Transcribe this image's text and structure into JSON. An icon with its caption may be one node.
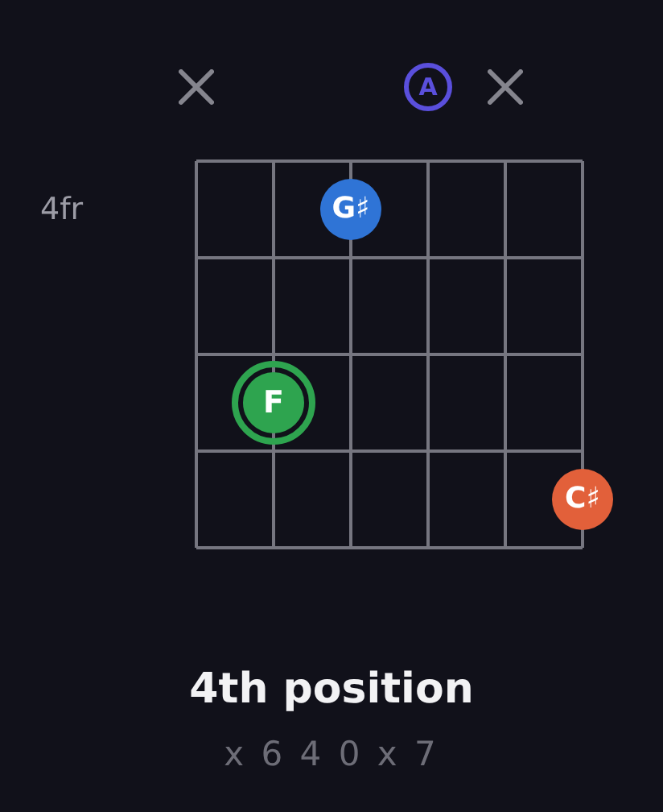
{
  "diagram": {
    "title": "4th position",
    "caption": "x 6 4 0 x 7",
    "nodes": [
      {
        "text": [
          "A"
        ]
      },
      {
        "text": [
          "G♯"
        ]
      },
      {
        "text": [
          "F"
        ]
      },
      {
        "text": [
          "C♯"
        ]
      }
    ],
    "labels": [
      "4fr"
    ]
  }
}
